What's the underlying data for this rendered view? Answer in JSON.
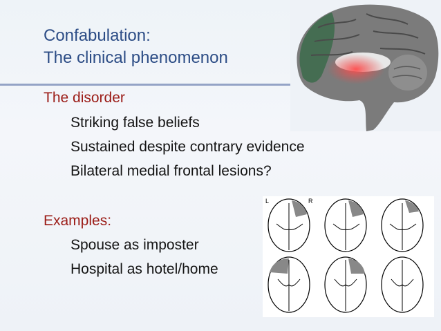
{
  "title": {
    "line1": "Confabulation:",
    "line2": "The clinical phenomenon"
  },
  "section1": {
    "heading": "The disorder",
    "items": [
      "Striking false beliefs",
      "Sustained despite contrary evidence",
      "Bilateral medial frontal lesions?"
    ]
  },
  "section2": {
    "heading": "Examples:",
    "items": [
      "Spouse as imposter",
      "Hospital as hotel/home"
    ]
  },
  "figure": {
    "left_label": "L",
    "right_label": "R"
  },
  "colors": {
    "title": "#2d4d86",
    "heading": "#9b1c17",
    "rule": "#94a3c6",
    "highlight": "#e05050",
    "frontal": "#3f6b4e"
  }
}
